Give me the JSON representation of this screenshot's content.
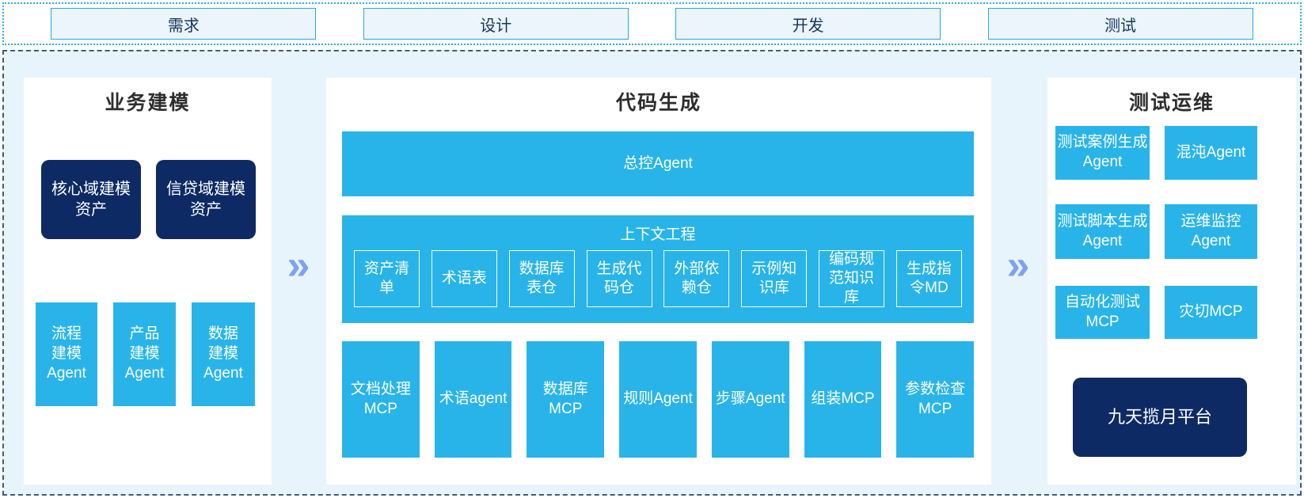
{
  "phases": {
    "items": [
      "需求",
      "设计",
      "开发",
      "测试"
    ]
  },
  "panels": {
    "business": {
      "title": "业务建模",
      "asset_boxes": [
        "核心域建模资产",
        "信贷域建模资产"
      ],
      "agent_boxes": [
        "流程建模Agent",
        "产品建模Agent",
        "数据建模Agent"
      ]
    },
    "codegen": {
      "title": "代码生成",
      "master_agent": "总控Agent",
      "context": {
        "title": "上下文工程",
        "items": [
          "资产清单",
          "术语表",
          "数据库表仓",
          "生成代码仓",
          "外部依赖仓",
          "示例知识库",
          "编码规范知识库",
          "生成指令MD"
        ]
      },
      "workers": [
        "文档处理MCP",
        "术语agent",
        "数据库MCP",
        "规则Agent",
        "步骤Agent",
        "组装MCP",
        "参数检查MCP"
      ]
    },
    "testops": {
      "title": "测试运维",
      "boxes": [
        "测试案例生成Agent",
        "混沌Agent",
        "测试脚本生成Agent",
        "运维监控Agent",
        "自动化测试MCP",
        "灾切MCP"
      ],
      "platform": "九天揽月平台"
    }
  },
  "arrows": {
    "glyph": "»"
  },
  "colors": {
    "cyan": "#29B4E9",
    "navy": "#0D2A64",
    "container_bg": "#E8F4FC",
    "phase_bg": "#EBF5FB",
    "phase_border": "#29A8DF",
    "dotted_border": "#2AACE3",
    "dashed_border": "#3E5C80",
    "arrow": "#7CA2F0",
    "panel_bg": "#FFFFFF"
  }
}
